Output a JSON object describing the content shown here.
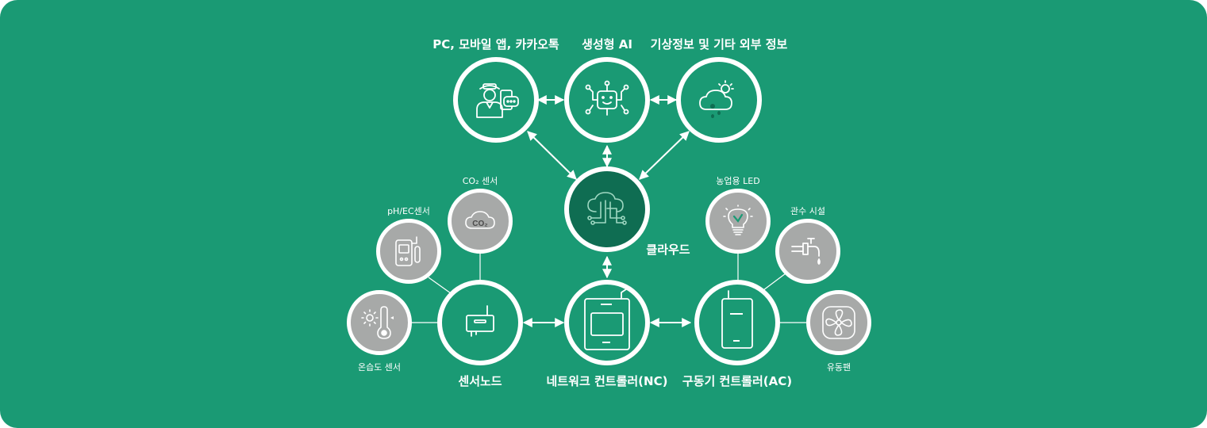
{
  "colors": {
    "background": "#1a9a74",
    "cloud_fill": "#0f6d52",
    "sensor_fill": "#a7a9a8",
    "line": "#ffffff"
  },
  "top": {
    "app": "PC, 모바일 앱, 카카오톡",
    "ai": "생성형 AI",
    "weather": "기상정보 및 기타 외부 정보"
  },
  "center": {
    "cloud": "클라우드",
    "sensor_node": "센서노드",
    "network_controller": "네트워크 컨트롤러(NC)",
    "actuator_controller": "구동기 컨트롤러(AC)"
  },
  "sensors": {
    "co2": "CO₂ 센서",
    "co2_badge": "CO₂",
    "ph_ec": "pH/EC센서",
    "temp_humidity": "온습도 센서"
  },
  "actuators": {
    "led": "농업용 LED",
    "irrigation": "관수 시설",
    "fan": "유동팬"
  },
  "icons": [
    "farmer-phone-icon",
    "robot-ai-icon",
    "weather-cloud-icon",
    "cloud-circuit-icon",
    "co2-cloud-icon",
    "ph-meter-icon",
    "thermometer-sun-icon",
    "sensor-box-icon",
    "controller-box-icon",
    "actuator-box-icon",
    "led-bulb-icon",
    "faucet-icon",
    "fan-icon"
  ]
}
